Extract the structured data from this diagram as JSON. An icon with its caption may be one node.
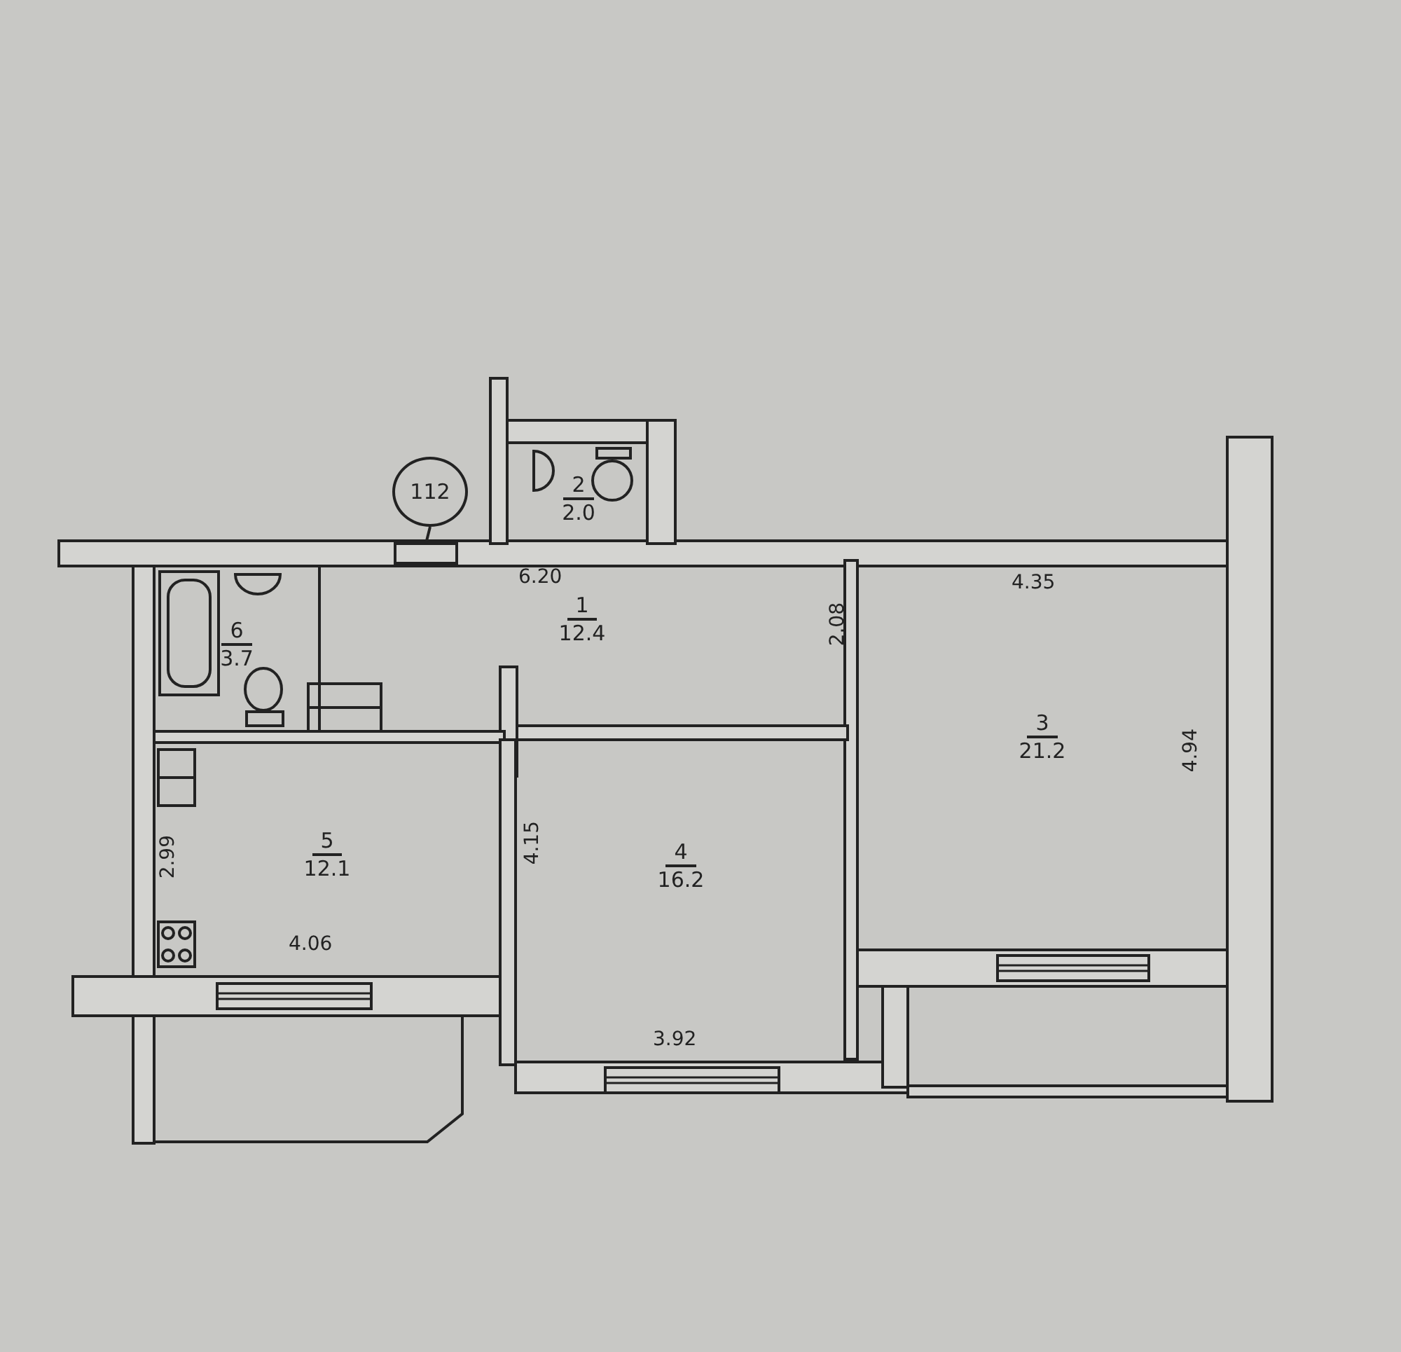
{
  "diagram": {
    "nodes": [
      {
        "text": [
          "2",
          "2.0"
        ]
      },
      {
        "text": [
          "112"
        ]
      },
      {
        "text": [
          "6",
          "3.7"
        ]
      },
      {
        "text": [
          "1",
          "12.4"
        ]
      },
      {
        "text": [
          "3",
          "21.2"
        ]
      },
      {
        "text": [
          "5",
          "12.1"
        ]
      },
      {
        "text": [
          "4",
          "16.2"
        ]
      },
      {
        "text": [],
        "shape": "box"
      }
    ],
    "edges": [
      {
        "from": 1,
        "to": 7,
        "arrow": "none"
      }
    ],
    "labels": [
      "6.20",
      "2.08",
      "4.35",
      "4.94",
      "2.99",
      "4.06",
      "4.15",
      "3.92"
    ]
  }
}
